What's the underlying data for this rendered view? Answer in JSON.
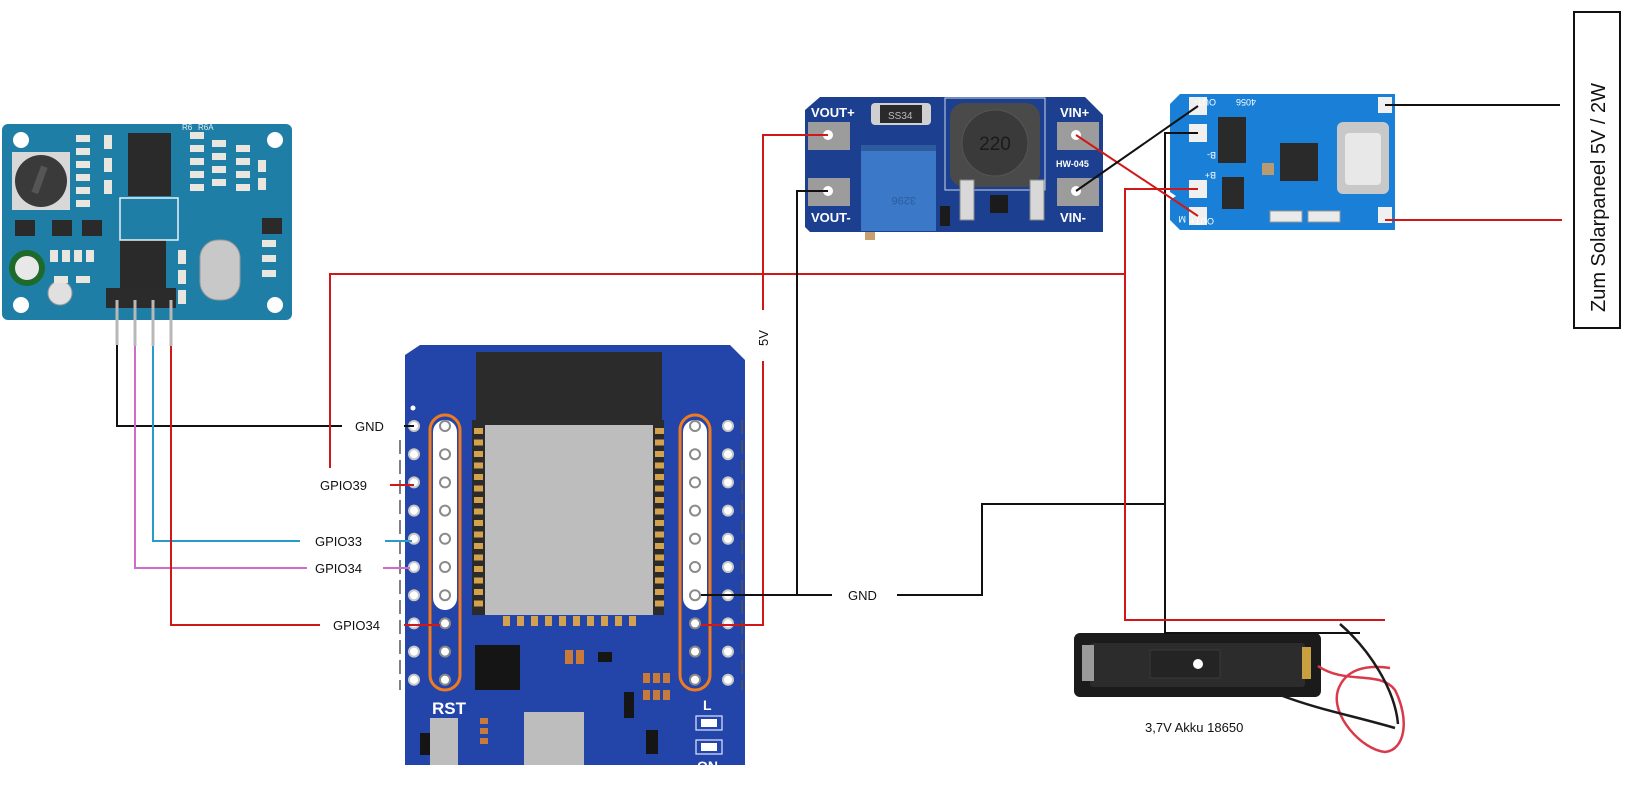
{
  "diagram": {
    "title": "Wiring diagram: ultrasonic sensor, ESP32 mini board, boost converter, charger module, 18650 battery, solar panel",
    "colors": {
      "wire_black": "#111111",
      "wire_red": "#d01818",
      "wire_blue": "#2a9bc8",
      "wire_pink": "#cc6ccc",
      "sensor_pcb": "#1f7ea5",
      "esp32_pcb": "#2344a8",
      "boost_pcb": "#1c3f8f",
      "charger_pcb": "#1a7fd6",
      "pin_header_highlight": "#f07a1e"
    },
    "sensor": {
      "name": "Ultrasonic sensor module",
      "silk": [
        "R6",
        "R6A"
      ]
    },
    "esp32": {
      "name": "ESP32 mini board",
      "silk_rst": "RST",
      "silk_led_l": "L",
      "silk_led_on": "ON"
    },
    "boost": {
      "name": "Boost converter HW-045",
      "label_vout_plus": "VOUT+",
      "label_vout_minus": "VOUT-",
      "label_vin_plus": "VIN+",
      "label_vin_minus": "VIN-",
      "model": "HW-045",
      "diode": "SS34",
      "inductor": "220",
      "pot": "3296"
    },
    "charger": {
      "name": "Charger module",
      "label_out_minus": "OUT-",
      "label_b_minus": "B-",
      "label_b_plus": "B+",
      "label_m": "M",
      "label_out_plus": "OUT+",
      "chip": "4056"
    },
    "labels": {
      "gnd_left": "GND",
      "gpio39": "GPIO39",
      "gpio33": "GPIO33",
      "gpio34_a": "GPIO34",
      "gpio34_b": "GPIO34",
      "five_v": "5V",
      "gnd_right": "GND",
      "battery": "3,7V Akku 18650",
      "solar": "Zum Solarpaneel 5V / 2W"
    }
  }
}
